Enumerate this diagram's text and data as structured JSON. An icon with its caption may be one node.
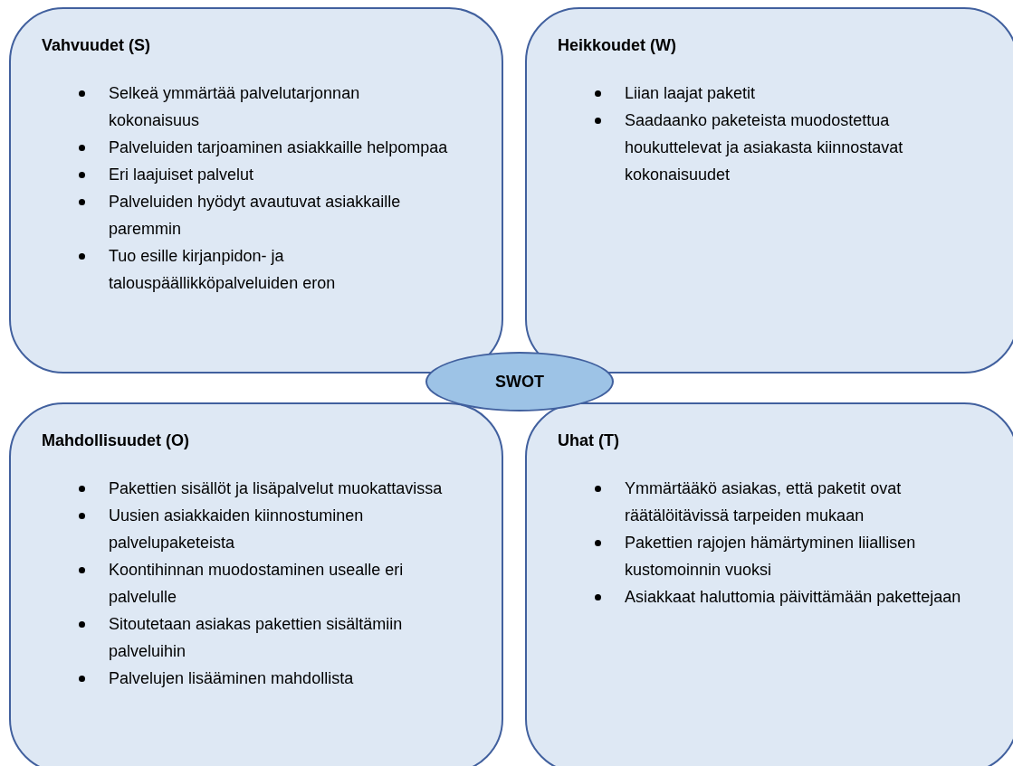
{
  "diagram": {
    "nodes": [
      {
        "text": [
          "Vahvuudet (S)",
          "Selkeä ymmärtää palvelutarjonnan kokonaisuus",
          "Palveluiden tarjoaminen asiakkaille helpompaa",
          "Eri laajuiset palvelut",
          "Palveluiden hyödyt avautuvat asiakkaille paremmin",
          "Tuo esille kirjanpidon- ja talouspäällikköpalveluiden eron"
        ]
      },
      {
        "text": [
          "Heikkoudet (W)",
          "Liian laajat paketit",
          "Saadaanko paketeista muodostettua houkuttelevat ja asiakasta kiinnostavat kokonaisuudet"
        ]
      },
      {
        "text": [
          "Mahdollisuudet (O)",
          "Pakettien sisällöt ja lisäpalvelut muokattavissa",
          "Uusien asiakkaiden kiinnostuminen palvelupaketeista",
          "Koontihinnan muodostaminen usealle eri palvelulle",
          "Sitoutetaan asiakas pakettien sisältämiin palveluihin",
          "Palvelujen lisääminen mahdollista"
        ]
      },
      {
        "text": [
          "Uhat (T)",
          "Ymmärtääkö asiakas, että paketit ovat räätälöitävissä tarpeiden mukaan",
          "Pakettien rajojen hämärtyminen liiallisen kustomoinnin vuoksi",
          "Asiakkaat haluttomia päivittämään pakettejaan"
        ]
      },
      {
        "text": [
          "SWOT"
        ]
      }
    ]
  }
}
